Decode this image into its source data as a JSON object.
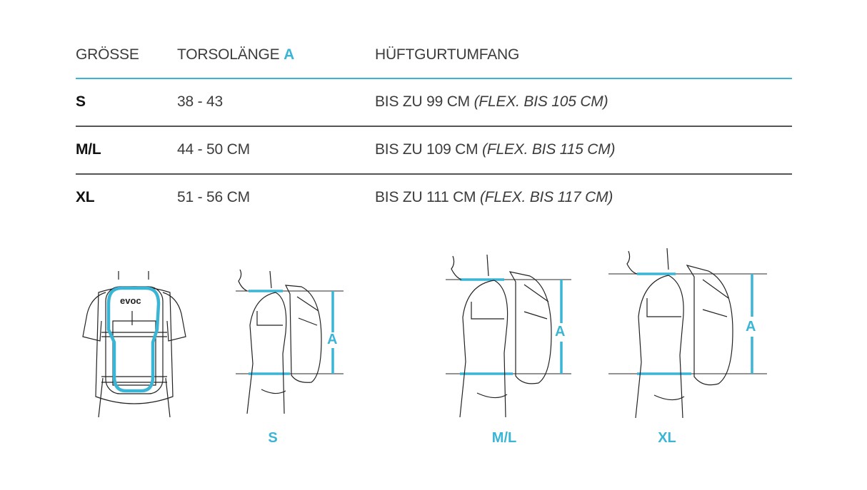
{
  "table": {
    "headers": {
      "size": "GRÖSSE",
      "torso": "TORSOLÄNGE",
      "torso_marker": "A",
      "hip": "HÜFTGURTUMFANG"
    },
    "rows": [
      {
        "size": "S",
        "torso": "38 - 43",
        "hip": "BIS ZU 99 CM",
        "hip_flex": "(FLEX. BIS 105 CM)"
      },
      {
        "size": "M/L",
        "torso": "44 - 50 CM",
        "hip": "BIS ZU 109 CM",
        "hip_flex": "(FLEX. BIS 115 CM)"
      },
      {
        "size": "XL",
        "torso": "51 - 56 CM",
        "hip": "BIS ZU 111 CM",
        "hip_flex": "(FLEX. BIS 117 CM)"
      }
    ]
  },
  "figures": {
    "back_view": {
      "brand": "evoc"
    },
    "side_views": [
      {
        "label": "S",
        "marker": "A"
      },
      {
        "label": "M/L",
        "marker": "A"
      },
      {
        "label": "XL",
        "marker": "A"
      }
    ]
  },
  "colors": {
    "accent": "#3bb5d6",
    "divider": "#555555",
    "text": "#3c3c3c"
  }
}
